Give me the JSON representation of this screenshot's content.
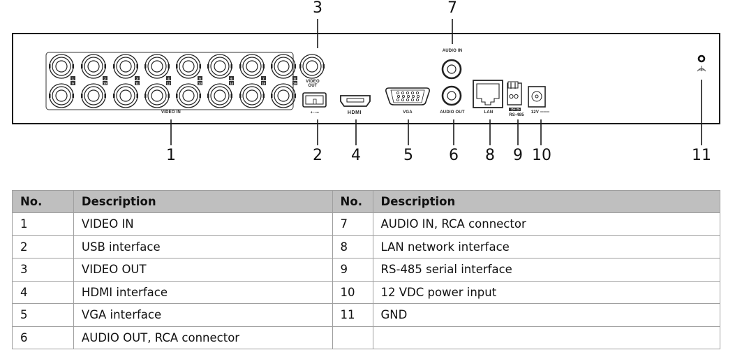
{
  "diagram": {
    "title": "DVR rear panel",
    "panel_labels": {
      "video_in": "VIDEO IN",
      "video_out_line1": "VIDEO",
      "video_out_line2": "OUT",
      "usb": "⇠⊸",
      "hdmi": "HDMI",
      "vga": "VGA",
      "audio_in": "AUDIO IN",
      "audio_out": "AUDIO OUT",
      "lan": "LAN",
      "rs485": "RS-485",
      "rs485_pins": "D+ D-",
      "power": "12V ═══"
    },
    "channel_numbers_top": [
      "1",
      "2",
      "3",
      "4",
      "5",
      "6",
      "7",
      "8"
    ],
    "channel_numbers_bottom": [
      "9",
      "10",
      "11",
      "12",
      "13",
      "14",
      "15",
      "16"
    ],
    "callouts": {
      "c1": "1",
      "c2": "2",
      "c3": "3",
      "c4": "4",
      "c5": "5",
      "c6": "6",
      "c7": "7",
      "c8": "8",
      "c9": "9",
      "c10": "10",
      "c11": "11"
    }
  },
  "table": {
    "headers": [
      "No.",
      "Description",
      "No.",
      "Description"
    ],
    "rows": [
      {
        "no1": "1",
        "desc1": "VIDEO IN",
        "no2": "7",
        "desc2": "AUDIO IN, RCA connector"
      },
      {
        "no1": "2",
        "desc1": "USB interface",
        "no2": "8",
        "desc2": "LAN network interface"
      },
      {
        "no1": "3",
        "desc1": "VIDEO OUT",
        "no2": "9",
        "desc2": "RS-485 serial interface"
      },
      {
        "no1": "4",
        "desc1": "HDMI interface",
        "no2": "10",
        "desc2": "12 VDC power input"
      },
      {
        "no1": "5",
        "desc1": "VGA interface",
        "no2": "11",
        "desc2": "GND"
      },
      {
        "no1": "6",
        "desc1": "AUDIO OUT, RCA connector",
        "no2": "",
        "desc2": ""
      }
    ]
  },
  "colors": {
    "line": "#1a1a1a",
    "header_bg": "#bfbfbf",
    "table_border": "#9f9f9f"
  }
}
